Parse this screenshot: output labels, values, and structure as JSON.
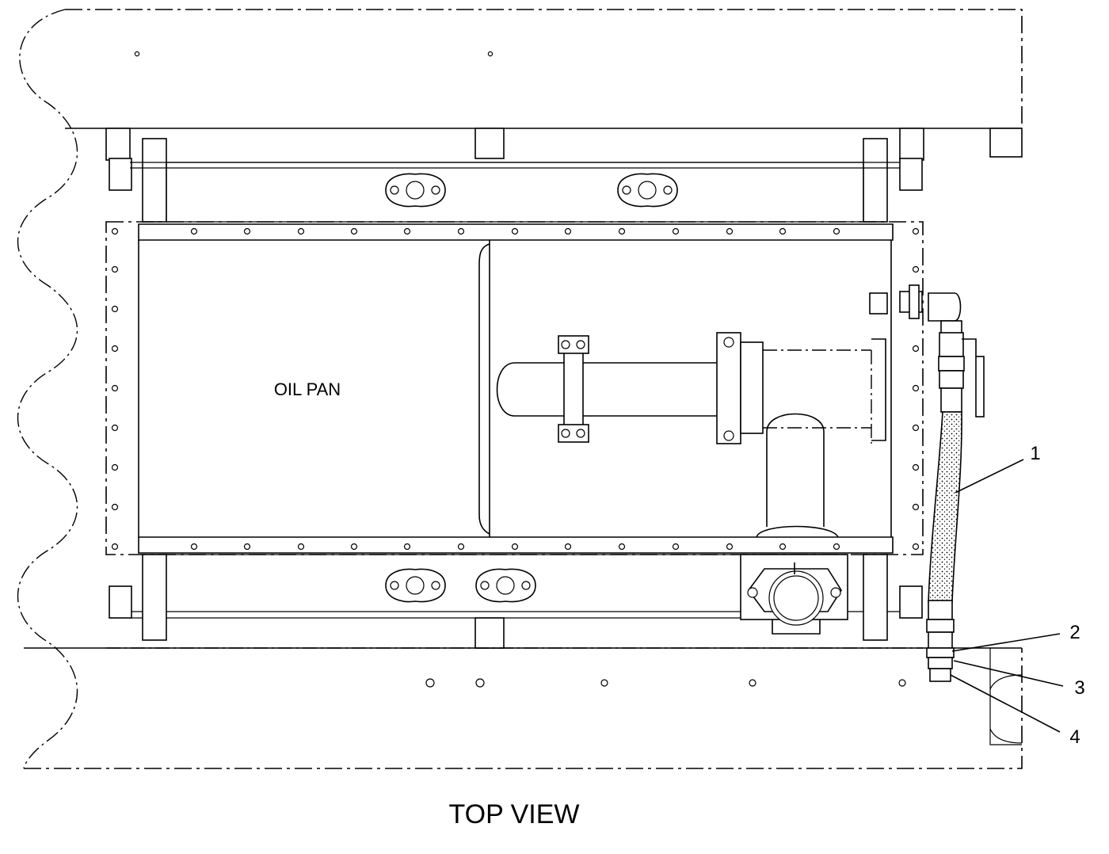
{
  "diagram": {
    "part_label": "OIL PAN",
    "view_title": "TOP VIEW",
    "callouts": [
      "1",
      "2",
      "3",
      "4"
    ]
  }
}
